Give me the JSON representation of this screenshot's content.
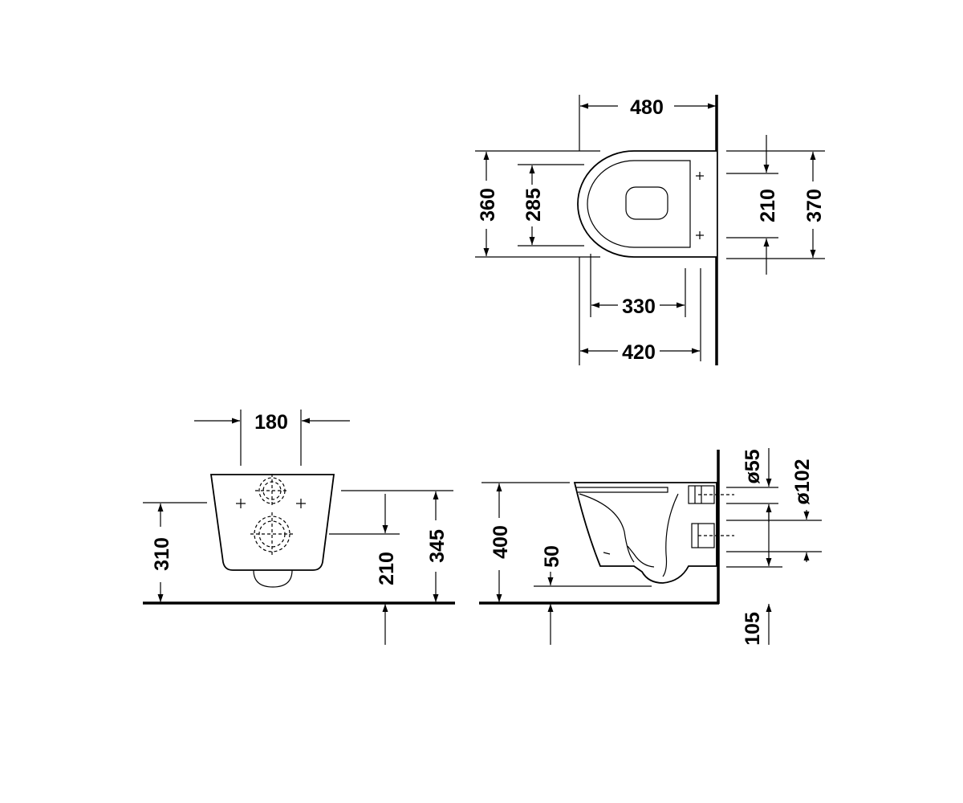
{
  "top_view": {
    "labels": {
      "width_480": "480",
      "depth_360": "360",
      "depth_285": "285",
      "fix_210": "210",
      "depth_370": "370",
      "len_330": "330",
      "len_420": "420"
    }
  },
  "front_view": {
    "labels": {
      "width_180": "180",
      "height_310": "310",
      "height_210": "210",
      "height_345": "345"
    }
  },
  "side_view": {
    "labels": {
      "height_400": "400",
      "height_50": "50",
      "dia_55": "ø55",
      "dia_102": "ø102",
      "height_105": "105"
    }
  }
}
